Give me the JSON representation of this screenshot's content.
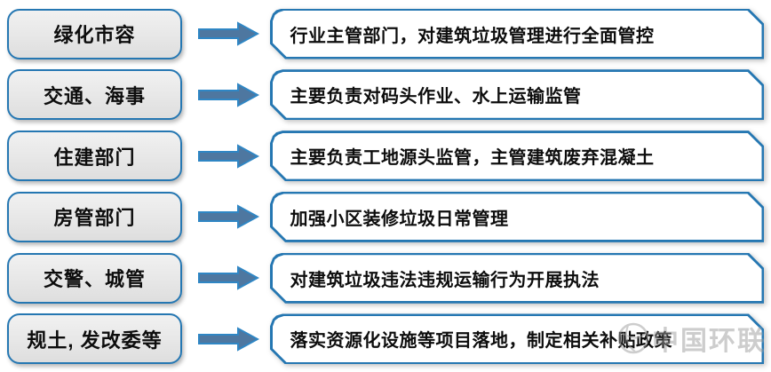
{
  "colors": {
    "box-border": "#2577b2",
    "left-box-fill": "#e9e9e9",
    "right-box-fill": "#ffffff",
    "arrow-fill": "#4e77a0",
    "arrow-stroke": "#2f86c4",
    "text-color": "#0d0d0d",
    "watermark-color": "#9c9c9c"
  },
  "rows": [
    {
      "left": "绿化市容",
      "right": "行业主管部门，对建筑垃圾管理进行全面管控"
    },
    {
      "left": "交通、海事",
      "right": "主要负责对码头作业、水上运输监管"
    },
    {
      "left": "住建部门",
      "right": "主要负责工地源头监管，主管建筑废弃混凝土"
    },
    {
      "left": "房管部门",
      "right": "加强小区装修垃圾日常管理"
    },
    {
      "left": "交警、城管",
      "right": "对建筑垃圾违法违规运输行为开展执法"
    },
    {
      "left": "规土, 发改委等",
      "right": "落实资源化设施等项目落地，制定相关补贴政策"
    }
  ],
  "watermark": {
    "text": "中国环联"
  }
}
